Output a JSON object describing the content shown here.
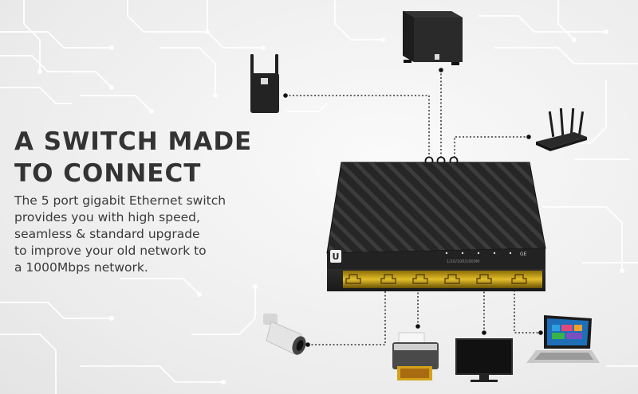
{
  "headline": {
    "line1": "A SWITCH MADE",
    "line2": "TO CONNECT"
  },
  "description": {
    "lines": [
      "The 5 port gigabit Ethernet switch",
      "provides you with high speed,",
      "seamless & standard upgrade",
      "to improve your old network to",
      "a 1000Mbps network."
    ]
  },
  "switch_logo": "U",
  "switch_port_label": "1/10/100/1000M",
  "switch_badge": "GE",
  "devices": {
    "top": [
      "wifi-extender-icon",
      "subwoofer-icon",
      "wifi-router-icon"
    ],
    "bottom": [
      "security-camera-icon",
      "printer-icon",
      "monitor-icon",
      "laptop-icon"
    ]
  },
  "colors": {
    "background": "#f2f2f2",
    "switch_body": "#2b2b2b",
    "port_glow": "#d9b21a",
    "text": "#333333"
  }
}
